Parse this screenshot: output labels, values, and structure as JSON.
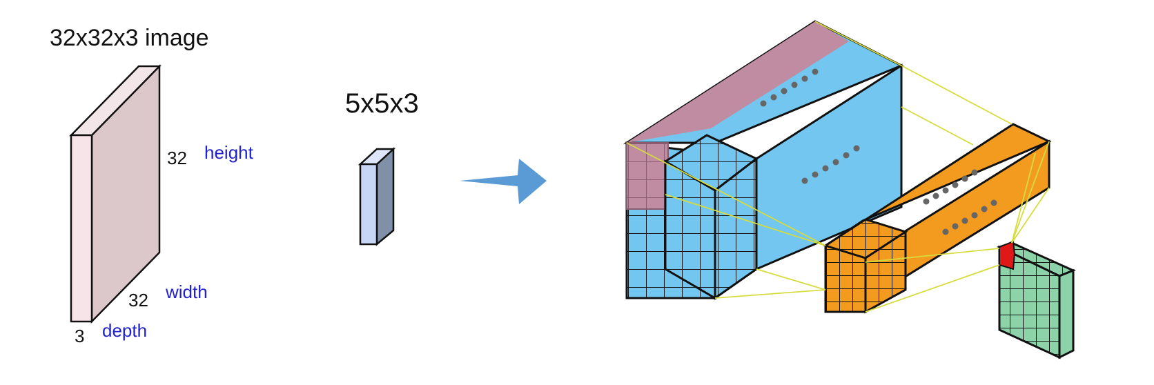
{
  "input_volume": {
    "title": "32x32x3 image",
    "height_value": "32",
    "height_label": "height",
    "width_value": "32",
    "width_label": "width",
    "depth_value": "3",
    "depth_label": "depth"
  },
  "filter": {
    "title": "5x5x3"
  },
  "colors": {
    "input_front": "#f7e4e8",
    "input_side": "#dcc8ca",
    "filter_front": "#c8d6f5",
    "filter_side": "#8090a8",
    "volume_blue": "#72c6ef",
    "volume_mauve": "#c08ca2",
    "activation_orange": "#f39b1e",
    "output_green": "#8dd3aa",
    "output_red": "#e01818",
    "arrow_blue": "#5b9bd5",
    "projection_lines": "#d6dc3c",
    "dots": "#666666"
  }
}
